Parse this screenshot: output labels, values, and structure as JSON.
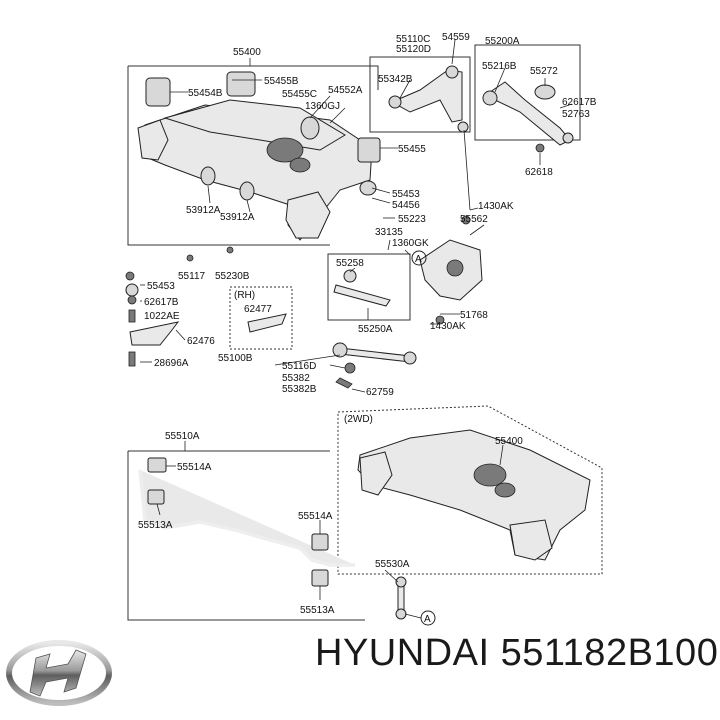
{
  "brand": {
    "name": "HYUNDAI",
    "part_number": "551182B100",
    "logo_icon": "hyundai-logo-icon"
  },
  "boxes": {
    "rh": "(RH)",
    "wd2": "(2WD)"
  },
  "circle_refs": [
    "A",
    "A"
  ],
  "labels": [
    {
      "id": "55400",
      "text": "55400"
    },
    {
      "id": "55455B",
      "text": "55455B"
    },
    {
      "id": "55454B",
      "text": "55454B"
    },
    {
      "id": "55455C",
      "text": "55455C"
    },
    {
      "id": "54552A",
      "text": "54552A"
    },
    {
      "id": "1360GJ",
      "text": "1360GJ"
    },
    {
      "id": "55110C",
      "text": "55110C"
    },
    {
      "id": "55120D",
      "text": "55120D"
    },
    {
      "id": "54559",
      "text": "54559"
    },
    {
      "id": "55200A",
      "text": "55200A"
    },
    {
      "id": "55342B",
      "text": "55342B"
    },
    {
      "id": "55216B",
      "text": "55216B"
    },
    {
      "id": "55272",
      "text": "55272"
    },
    {
      "id": "62617B-top",
      "text": "62617B"
    },
    {
      "id": "52763",
      "text": "52763"
    },
    {
      "id": "62618",
      "text": "62618"
    },
    {
      "id": "55455",
      "text": "55455"
    },
    {
      "id": "53912A-1",
      "text": "53912A"
    },
    {
      "id": "53912A-2",
      "text": "53912A"
    },
    {
      "id": "55453-top",
      "text": "55453"
    },
    {
      "id": "54456",
      "text": "54456"
    },
    {
      "id": "1430AK-top",
      "text": "1430AK"
    },
    {
      "id": "55223",
      "text": "55223"
    },
    {
      "id": "55562",
      "text": "55562"
    },
    {
      "id": "33135",
      "text": "33135"
    },
    {
      "id": "1360GK",
      "text": "1360GK"
    },
    {
      "id": "55258",
      "text": "55258"
    },
    {
      "id": "55117",
      "text": "55117"
    },
    {
      "id": "55230B",
      "text": "55230B"
    },
    {
      "id": "55453-left",
      "text": "55453"
    },
    {
      "id": "62617B-left",
      "text": "62617B"
    },
    {
      "id": "1022AE",
      "text": "1022AE"
    },
    {
      "id": "62476",
      "text": "62476"
    },
    {
      "id": "28696A",
      "text": "28696A"
    },
    {
      "id": "62477",
      "text": "62477"
    },
    {
      "id": "55250A",
      "text": "55250A"
    },
    {
      "id": "51768",
      "text": "51768"
    },
    {
      "id": "1430AK-bottom",
      "text": "1430AK"
    },
    {
      "id": "55100B",
      "text": "55100B"
    },
    {
      "id": "55116D",
      "text": "55116D"
    },
    {
      "id": "55382",
      "text": "55382"
    },
    {
      "id": "55382B",
      "text": "55382B"
    },
    {
      "id": "62759",
      "text": "62759"
    },
    {
      "id": "55400-2wd",
      "text": "55400"
    },
    {
      "id": "55510A",
      "text": "55510A"
    },
    {
      "id": "55514A-1",
      "text": "55514A"
    },
    {
      "id": "55513A-1",
      "text": "55513A"
    },
    {
      "id": "55514A-2",
      "text": "55514A"
    },
    {
      "id": "55530A",
      "text": "55530A"
    },
    {
      "id": "55513A-2",
      "text": "55513A"
    }
  ]
}
